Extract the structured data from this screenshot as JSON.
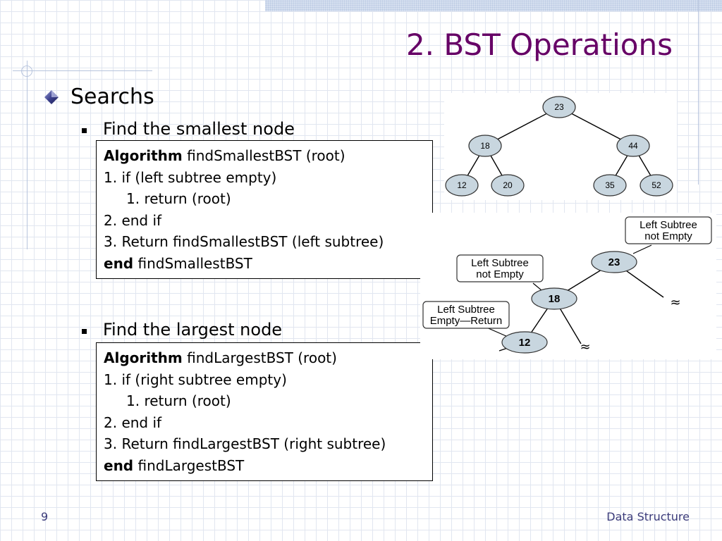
{
  "slide": {
    "title": "2. BST Operations",
    "page_number": "9",
    "footer": "Data Structure"
  },
  "section": {
    "label": "Searchs"
  },
  "smallest": {
    "heading": "Find the smallest node",
    "lines": [
      {
        "kw": "Algorithm",
        "text": " findSmallestBST (root)"
      },
      {
        "kw": "",
        "text": "1. if (left subtree empty)"
      },
      {
        "kw": "",
        "text": "1. return (root)",
        "indent": true
      },
      {
        "kw": "",
        "text": "2. end if"
      },
      {
        "kw": "",
        "text": "3. Return findSmallestBST (left subtree)"
      },
      {
        "kw": "end",
        "text": " findSmallestBST"
      }
    ]
  },
  "largest": {
    "heading": "Find the largest node",
    "lines": [
      {
        "kw": "Algorithm",
        "text": " findLargestBST (root)"
      },
      {
        "kw": "",
        "text": "1. if (right subtree empty)"
      },
      {
        "kw": "",
        "text": "1. return (root)",
        "indent": true
      },
      {
        "kw": "",
        "text": "2. end if"
      },
      {
        "kw": "",
        "text": "3. Return findLargestBST (right subtree)"
      },
      {
        "kw": "end",
        "text": " findLargestBST"
      }
    ]
  },
  "tree": {
    "nodes": [
      "23",
      "18",
      "44",
      "12",
      "20",
      "35",
      "52"
    ]
  },
  "path_figure": {
    "nodes": [
      "23",
      "18",
      "12"
    ],
    "callouts": [
      "Left Subtree\nnot Empty",
      "Left Subtree\nnot Empty",
      "Left Subtree\nEmpty—Return"
    ],
    "omitted_symbol": "≈"
  },
  "colors": {
    "title": "#660066",
    "node_fill": "#c8d6df",
    "grid": "#e1e6f0",
    "accent_line": "#b7c4dd"
  }
}
